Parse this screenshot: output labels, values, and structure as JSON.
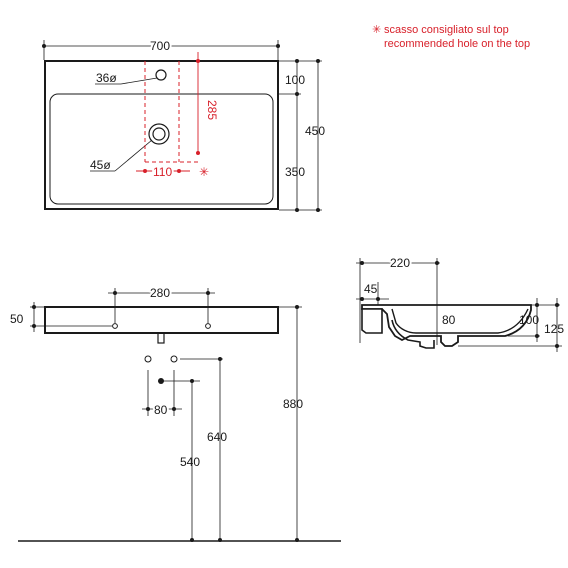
{
  "colors": {
    "line": "#1a1a1a",
    "accent": "#d8202a",
    "background": "#ffffff"
  },
  "notes": {
    "asterisk": "✳",
    "line1": "scasso consigliato sul top",
    "line2": "recommended hole on the top"
  },
  "top_view": {
    "width": "700",
    "depth": "450",
    "rim": "100",
    "basin": "350",
    "tap_hole": "36ø",
    "drain": "45ø",
    "hole_depth": "285",
    "hole_width": "110",
    "hole_marker": "✳"
  },
  "front_view": {
    "fixing_spacing": "280",
    "fixing_height": "50",
    "waste_spacing": "80",
    "height_total": "880",
    "height_640": "640",
    "height_540": "540"
  },
  "side_view": {
    "depth_220": "220",
    "offset_45": "45",
    "drain_80": "80",
    "height_100": "100",
    "height_125": "125"
  }
}
